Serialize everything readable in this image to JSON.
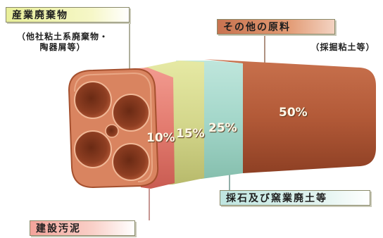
{
  "labels": {
    "industrial_waste": "産業廃棄物",
    "industrial_waste_sub_1": "（他社粘土系廃棄物・",
    "industrial_waste_sub_2": "陶器屑等）",
    "other_raw_materials": "その他の原料",
    "other_raw_materials_sub": "（採掘粘土等）",
    "quarry_waste": "採石及び窯業廃土等",
    "construction_sludge": "建設汚泥"
  },
  "chart_data": {
    "type": "stacked-bar",
    "segments": [
      {
        "label": "建設汚泥",
        "value": 10,
        "display": "10%",
        "color": "#e97a70"
      },
      {
        "label": "産業廃棄物",
        "value": 15,
        "display": "15%",
        "color": "#cfd487"
      },
      {
        "label": "採石及び窯業廃土等",
        "value": 25,
        "display": "25%",
        "color": "#a3d6c8"
      },
      {
        "label": "その他の原料",
        "value": 50,
        "display": "50%",
        "color": "#b75a3a"
      }
    ]
  }
}
